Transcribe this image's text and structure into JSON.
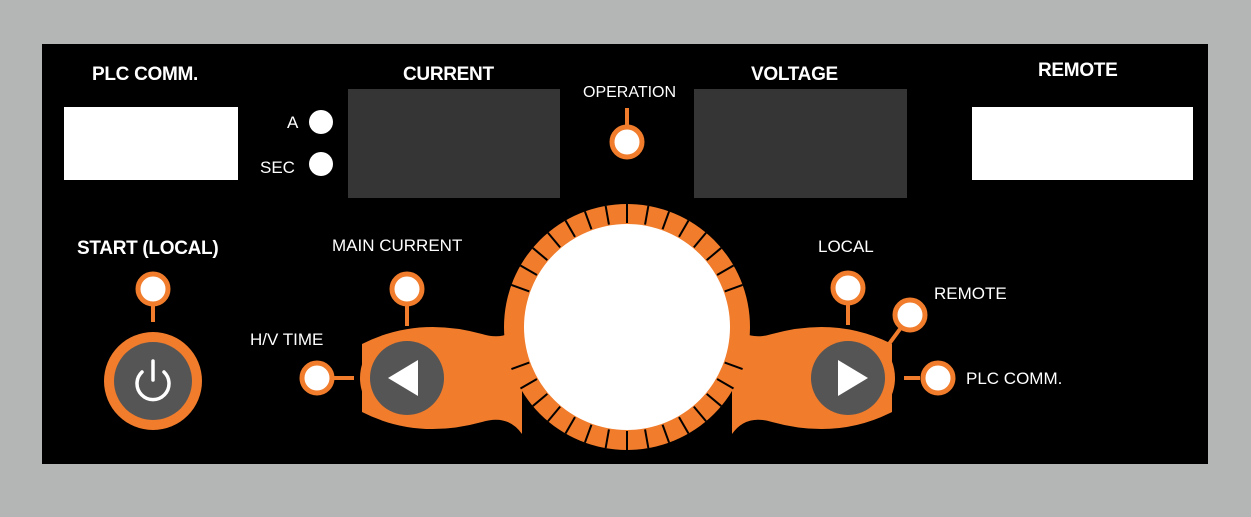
{
  "top": {
    "plc_comm_label": "PLC COMM.",
    "current_label": "CURRENT",
    "operation_label": "OPERATION",
    "voltage_label": "VOLTAGE",
    "remote_label": "REMOTE",
    "unit_a": "A",
    "unit_sec": "SEC"
  },
  "controls": {
    "start_label": "START (LOCAL)",
    "main_current_label": "MAIN CURRENT",
    "hv_time_label": "H/V TIME",
    "local_label": "LOCAL",
    "remote_label": "REMOTE",
    "plc_comm_label": "PLC COMM."
  },
  "colors": {
    "panel": "#000000",
    "accent": "#f07c2c",
    "display": "#353535",
    "background": "#b4b6b5",
    "button": "#555555"
  },
  "icons": {
    "start": "power-icon",
    "left": "triangle-left-icon",
    "right": "triangle-right-icon"
  }
}
